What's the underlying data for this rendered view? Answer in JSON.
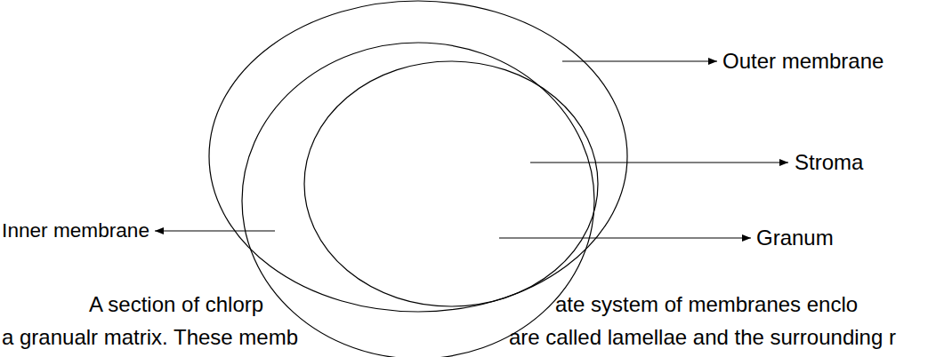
{
  "diagram": {
    "labels": [
      "Outer membrane",
      "Inner membrane",
      "Stroma",
      "Granum",
      "A section of chlorp",
      "ate system of membranes enclo",
      "a granualr matrix. These memb",
      "are called lamellae and the surrounding r"
    ]
  }
}
